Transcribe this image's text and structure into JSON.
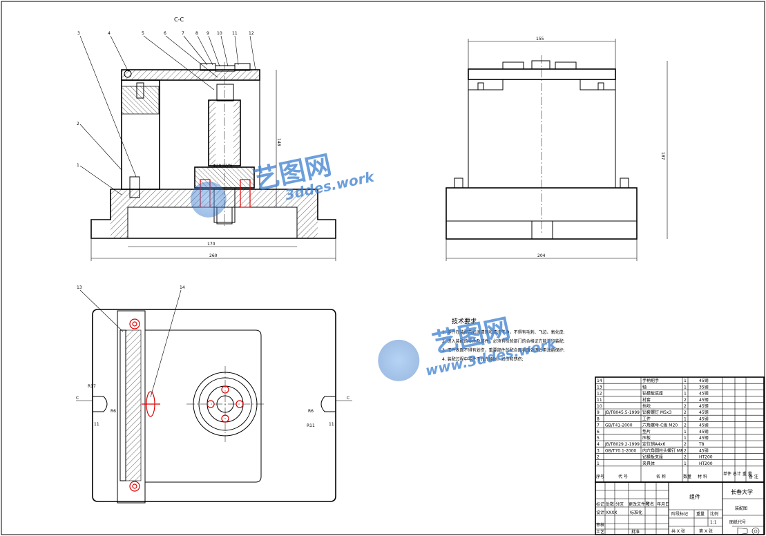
{
  "section_label": "C-C",
  "part_callouts": [
    "3",
    "4",
    "5",
    "6",
    "7",
    "8",
    "9",
    "10",
    "11",
    "12",
    "2",
    "1",
    "13",
    "14"
  ],
  "dims": {
    "front_width": "260",
    "front_inner": "170",
    "front_height": "148",
    "bore_fit": "Φ28H7/f6",
    "side_width": "204",
    "side_top": "155",
    "side_height": "187",
    "plan_r17_left": "R17",
    "plan_r6": "R6",
    "plan_r6_right": "R6",
    "plan_r11_right": "R11",
    "plan_11_left": "11",
    "plan_11_right": "11",
    "section_c": "C"
  },
  "tech_requirements": {
    "title": "技术要求",
    "items": [
      "1. 零件在装配前必须清理和清洗干净，不得有毛刺、飞边、氧化皮;",
      "2. 进入装配的零件及部件，必须有检验部门的合格证方能进行装配;",
      "3. 工件表面不得有划伤，重要部件的配合面表面处理后用油脂保护;",
      "4. 装配过程中零件不允许磕碰、划伤和锈伤;"
    ]
  },
  "bom": {
    "rows": [
      {
        "no": "14",
        "std": "",
        "name": "手柄把手",
        "qty": "1",
        "mat": "45钢"
      },
      {
        "no": "13",
        "std": "",
        "name": "轴",
        "qty": "1",
        "mat": "35钢"
      },
      {
        "no": "12",
        "std": "",
        "name": "钻模板底座",
        "qty": "1",
        "mat": "45钢"
      },
      {
        "no": "11",
        "std": "",
        "name": "衬套",
        "qty": "2",
        "mat": "45钢"
      },
      {
        "no": "10",
        "std": "",
        "name": "挡块",
        "qty": "2",
        "mat": "45钢"
      },
      {
        "no": "9",
        "std": "JB/T8045.5-1999",
        "name": "钻套螺钉 M5x3",
        "qty": "2",
        "mat": "45钢"
      },
      {
        "no": "8",
        "std": "",
        "name": "工件",
        "qty": "1",
        "mat": "45钢"
      },
      {
        "no": "7",
        "std": "GB/T41-2000",
        "name": "六角螺母-C级 M20",
        "qty": "2",
        "mat": "45钢"
      },
      {
        "no": "6",
        "std": "",
        "name": "垫片",
        "qty": "1",
        "mat": "45钢"
      },
      {
        "no": "5",
        "std": "",
        "name": "压板",
        "qty": "1",
        "mat": "45钢"
      },
      {
        "no": "4",
        "std": "JB/T8029.2-1999",
        "name": "定位销A4x6",
        "qty": "2",
        "mat": "T8"
      },
      {
        "no": "3",
        "std": "GB/T70.1-2000",
        "name": "内六角圆柱头螺钉 M8",
        "qty": "2",
        "mat": "45钢"
      },
      {
        "no": "2",
        "std": "",
        "name": "钻模板支座",
        "qty": "2",
        "mat": "HT200"
      },
      {
        "no": "1",
        "std": "",
        "name": "夹具体",
        "qty": "1",
        "mat": "HT200"
      }
    ],
    "header": {
      "no": "序号",
      "std": "代 号",
      "name": "名 称",
      "qty": "数量",
      "mat": "材 料",
      "weight": "单件 总计 重 量",
      "note": "备 注"
    }
  },
  "title_block": {
    "school": "长春大学",
    "drawing_name": "装配图",
    "assembly_label": "组件",
    "scale_label": "比例",
    "scale": "1:1",
    "weight_label": "重量",
    "stage_label": "阶段标记",
    "sheets": "共 X 张",
    "sheet_no": "第 X 张",
    "drawing_code": "图纸代号",
    "row_labels": [
      "标记",
      "设计",
      "审核",
      "工艺"
    ],
    "col_labels": [
      "处数",
      "分区",
      "更改文件号",
      "签名",
      "年月日"
    ],
    "design_date": "XXXX",
    "std_label": "标准化",
    "approve_label": "批准"
  },
  "watermark": {
    "cn": "艺图网",
    "en": "3ddes.work",
    "en2": "www.3ddes.work"
  }
}
